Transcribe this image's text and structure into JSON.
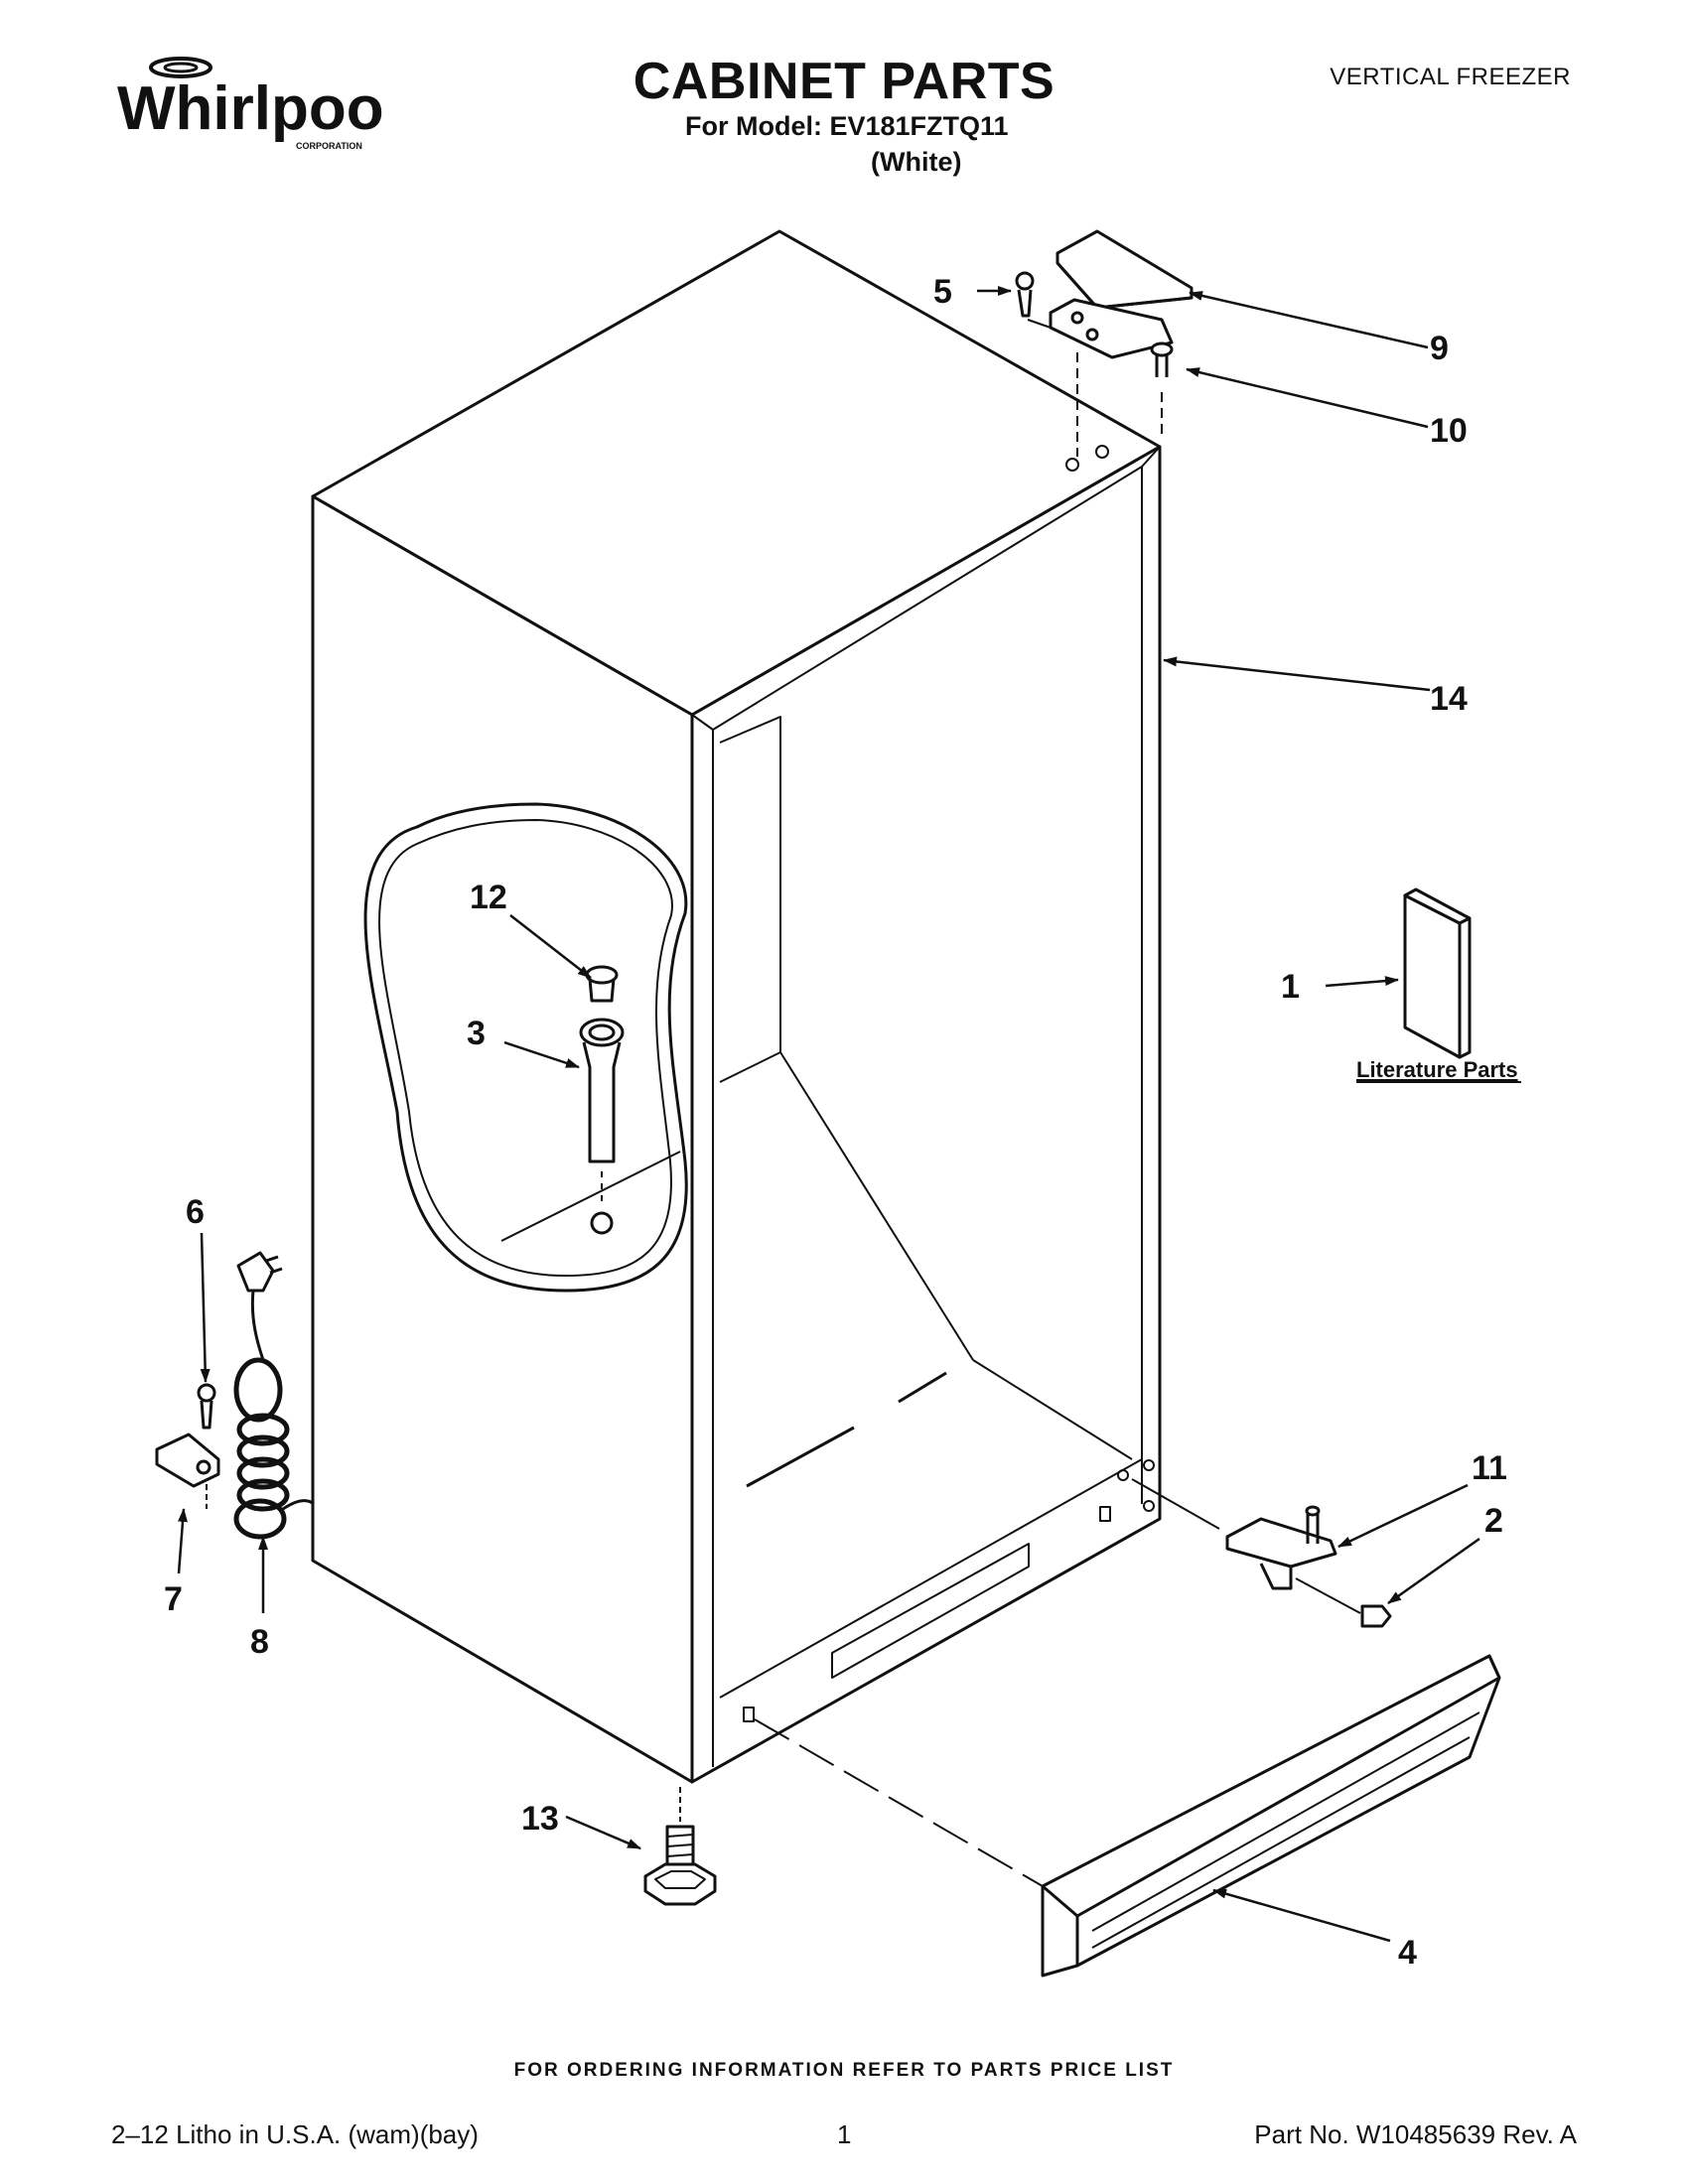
{
  "header": {
    "brand": "Whirlpool",
    "brand_sub": "CORPORATION",
    "title": "CABINET PARTS",
    "model_line": "For Model: EV181FZTQ11",
    "color_line": "(White)",
    "doc_type": "VERTICAL FREEZER"
  },
  "callouts": {
    "c1": "1",
    "c2": "2",
    "c3": "3",
    "c4": "4",
    "c5": "5",
    "c6": "6",
    "c7": "7",
    "c8": "8",
    "c9": "9",
    "c10": "10",
    "c11": "11",
    "c12": "12",
    "c13": "13",
    "c14": "14"
  },
  "literature_label": "Literature Parts",
  "order_note": "FOR ORDERING INFORMATION REFER TO PARTS PRICE LIST",
  "footer": {
    "left": "2–12 Litho in U.S.A. (wam)(bay)",
    "center": "1",
    "right": "Part No. W10485639 Rev. A"
  }
}
